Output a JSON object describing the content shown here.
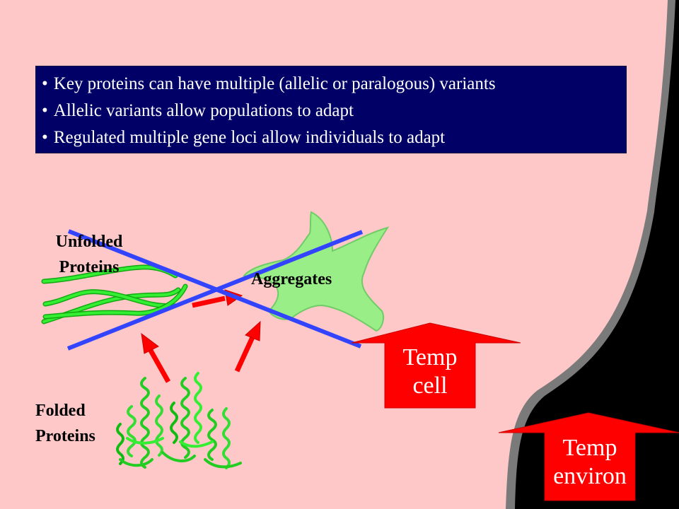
{
  "bullets": [
    "Key proteins can have multiple (allelic or paralogous) variants",
    "Allelic variants allow populations to adapt",
    "Regulated multiple gene loci allow individuals to adapt"
  ],
  "labels": {
    "unfolded": [
      "Unfolded",
      "Proteins"
    ],
    "aggregates": "Aggregates",
    "folded": [
      "Folded",
      "Proteins"
    ]
  },
  "arrows": {
    "temp_cell": [
      "Temp",
      "cell"
    ],
    "temp_environ": [
      "Temp",
      "environ"
    ]
  },
  "colors": {
    "cell_fill": "#ffc8c8",
    "background": "#000000",
    "bullet_box": "#000066",
    "protein_green": "#22dd22",
    "aggregate_green": "#99ee88",
    "cross_blue": "#3344ff",
    "arrow_red": "#ff0000"
  }
}
